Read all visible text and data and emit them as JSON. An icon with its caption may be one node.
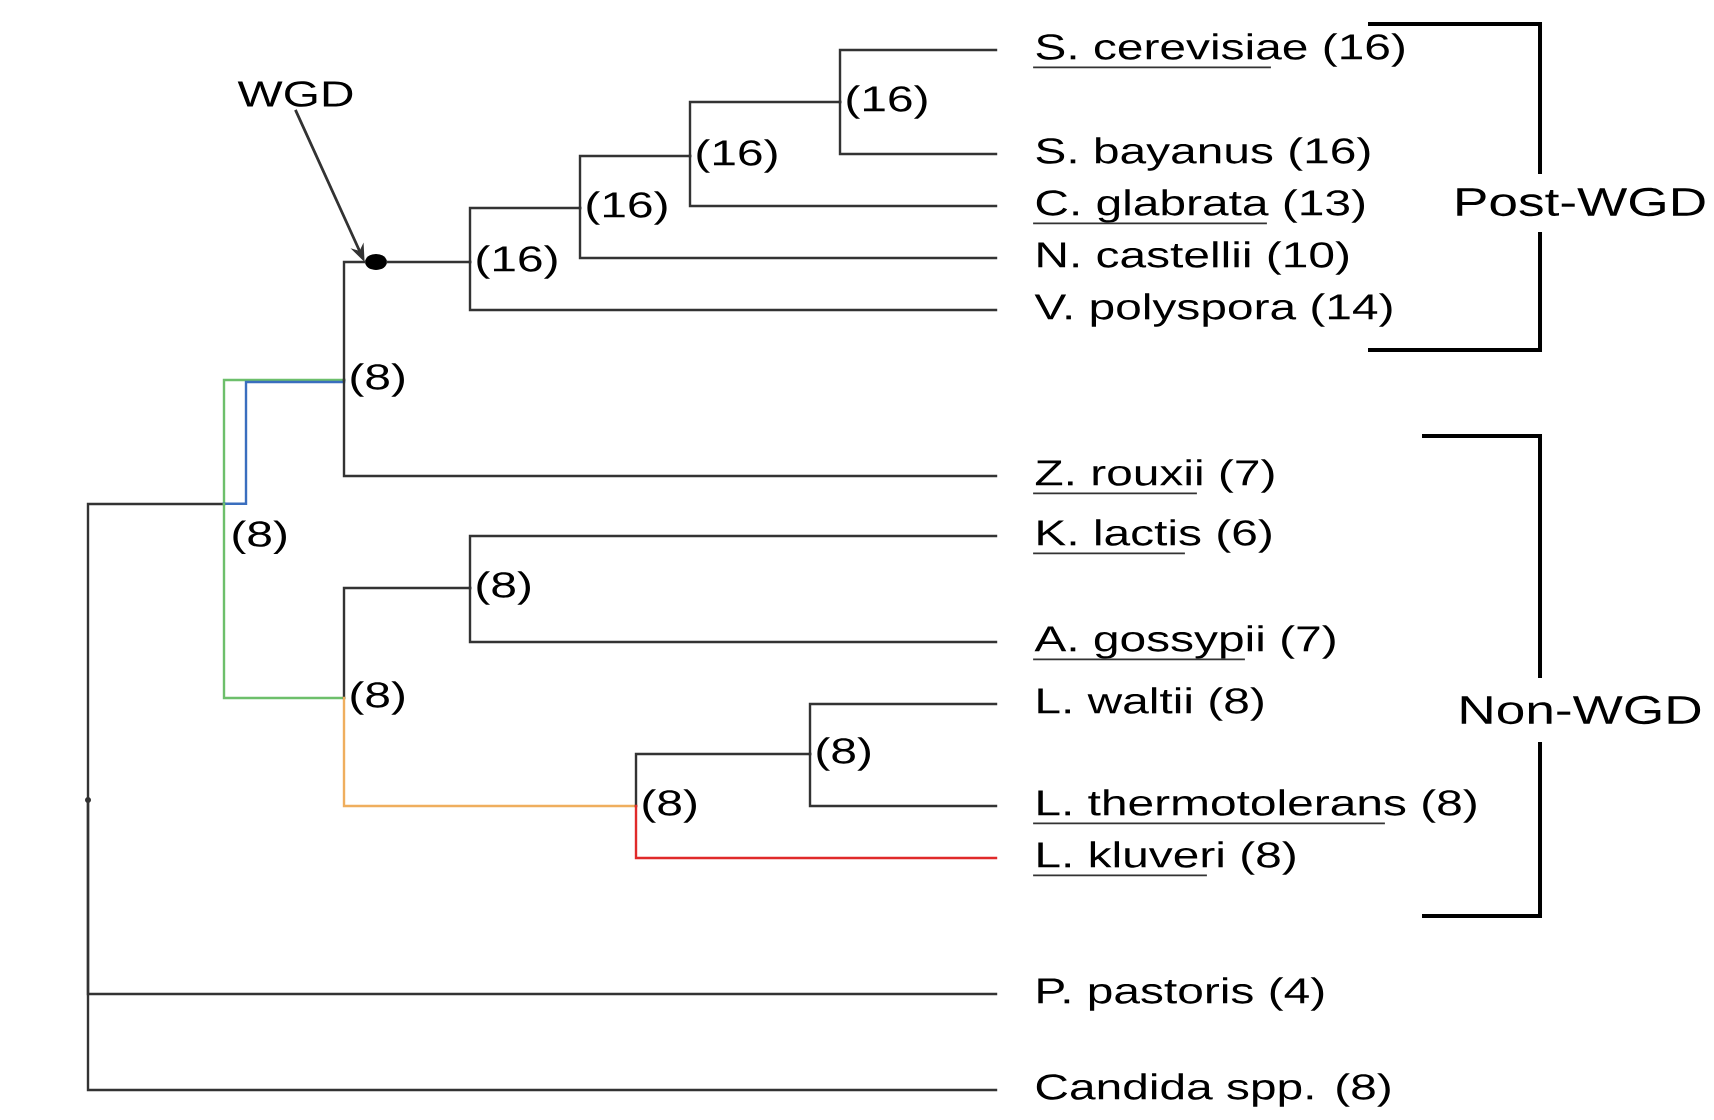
{
  "diagram": {
    "nodes": [
      {
        "text": [
          "WGD"
        ]
      },
      {
        "text": [],
        "shape": "point"
      },
      {
        "text": [
          "(8)"
        ]
      },
      {
        "text": [
          "(8)"
        ]
      },
      {
        "text": [],
        "shape": "circle"
      },
      {
        "text": [
          "(16)"
        ]
      },
      {
        "text": [
          "(16)"
        ]
      },
      {
        "text": [
          "(16)"
        ]
      },
      {
        "text": [
          "(16)"
        ]
      },
      {
        "text": [
          "S. cerevisiae (16)"
        ]
      },
      {
        "text": [
          "S. bayanus (16)"
        ]
      },
      {
        "text": [
          "C. glabrata (13)"
        ]
      },
      {
        "text": [
          "N. castellii (10)"
        ]
      },
      {
        "text": [
          "V. polyspora (14)"
        ]
      },
      {
        "text": [
          "Z. rouxii (7)"
        ]
      },
      {
        "text": [
          "(8)"
        ]
      },
      {
        "text": [
          "(8)"
        ]
      },
      {
        "text": [
          "K. lactis (6)"
        ]
      },
      {
        "text": [
          "A. gossypii (7)"
        ]
      },
      {
        "text": [
          "(8)"
        ]
      },
      {
        "text": [
          "(8)"
        ]
      },
      {
        "text": [
          "L. waltii (8)"
        ]
      },
      {
        "text": [
          "L. thermotolerans (8)"
        ]
      },
      {
        "text": [
          "L. kluveri (8)"
        ]
      },
      {
        "text": [
          "P. pastoris (4)"
        ]
      },
      {
        "text": [
          "Candida spp. (8)"
        ]
      }
    ],
    "edges": [
      {
        "from": 0,
        "to": 4,
        "arrow": "to"
      },
      {
        "from": 1,
        "to": 2,
        "arrow": "none"
      },
      {
        "from": 1,
        "to": 24,
        "arrow": "none"
      },
      {
        "from": 1,
        "to": 25,
        "arrow": "none"
      },
      {
        "from": 2,
        "to": 3,
        "arrow": "none",
        "color": "#6dbf6b"
      },
      {
        "from": 2,
        "to": 15,
        "arrow": "none",
        "color": "#6dbf6b"
      },
      {
        "from": 3,
        "to": 4,
        "arrow": "none"
      },
      {
        "from": 3,
        "to": 14,
        "arrow": "none"
      },
      {
        "from": 4,
        "to": 5,
        "arrow": "none"
      },
      {
        "from": 5,
        "to": 6,
        "arrow": "none"
      },
      {
        "from": 5,
        "to": 13,
        "arrow": "none"
      },
      {
        "from": 6,
        "to": 7,
        "arrow": "none"
      },
      {
        "from": 6,
        "to": 12,
        "arrow": "none"
      },
      {
        "from": 7,
        "to": 8,
        "arrow": "none"
      },
      {
        "from": 7,
        "to": 11,
        "arrow": "none"
      },
      {
        "from": 8,
        "to": 9,
        "arrow": "none"
      },
      {
        "from": 8,
        "to": 10,
        "arrow": "none"
      },
      {
        "from": 15,
        "to": 16,
        "arrow": "none"
      },
      {
        "from": 15,
        "to": 19,
        "arrow": "none",
        "color": "#efae5e"
      },
      {
        "from": 16,
        "to": 17,
        "arrow": "none"
      },
      {
        "from": 16,
        "to": 18,
        "arrow": "none"
      },
      {
        "from": 19,
        "to": 20,
        "arrow": "none"
      },
      {
        "from": 19,
        "to": 23,
        "arrow": "none",
        "color": "#e02a2a"
      },
      {
        "from": 20,
        "to": 21,
        "arrow": "none"
      },
      {
        "from": 20,
        "to": 22,
        "arrow": "none"
      }
    ],
    "labels": [
      "Post-WGD",
      "Non-WGD"
    ]
  }
}
